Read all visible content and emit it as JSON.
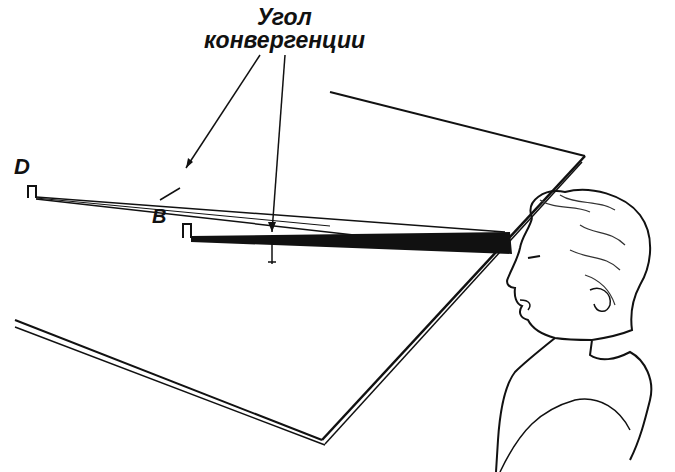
{
  "diagram": {
    "labels": [
      "Угол конвергенции",
      "D",
      "В"
    ]
  }
}
